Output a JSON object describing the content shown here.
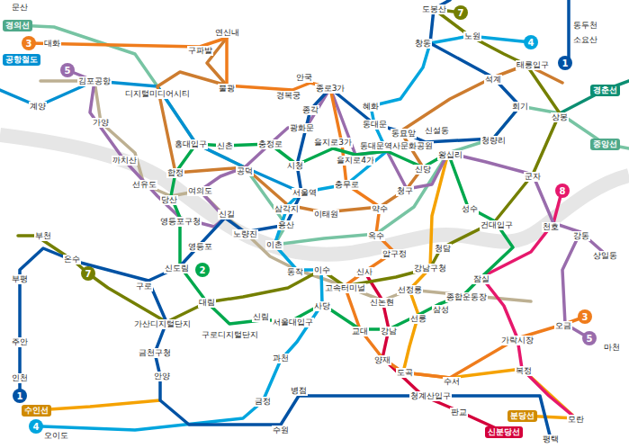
{
  "diagram": {
    "nodes": [
      {
        "text": [
          "1"
        ]
      },
      {
        "text": [
          "1"
        ]
      },
      {
        "text": [
          "2"
        ]
      },
      {
        "text": [
          "3"
        ]
      },
      {
        "text": [
          "3"
        ]
      },
      {
        "text": [
          "4"
        ]
      },
      {
        "text": [
          "4"
        ]
      },
      {
        "text": [
          "5"
        ]
      },
      {
        "text": [
          "5"
        ]
      },
      {
        "text": [
          "7"
        ]
      },
      {
        "text": [
          "7"
        ]
      },
      {
        "text": [
          "8"
        ]
      },
      {
        "text": [
          "경의선"
        ]
      },
      {
        "text": [
          "공항철도"
        ]
      },
      {
        "text": [
          "수인선"
        ]
      },
      {
        "text": [
          "분당선"
        ]
      },
      {
        "text": [
          "신분당선"
        ]
      },
      {
        "text": [
          "중앙선"
        ]
      },
      {
        "text": [
          "경춘선"
        ]
      }
    ],
    "labels": [
      "문산",
      "대화",
      "계양",
      "김포공항",
      "가양",
      "까치산",
      "선유도",
      "디지털미디어시티",
      "구파발",
      "연신내",
      "불광",
      "경복궁",
      "안국",
      "종로3가",
      "도봉산",
      "창동",
      "노원",
      "태릉입구",
      "석계",
      "회기",
      "상봉",
      "청량리",
      "혜화",
      "동대문",
      "동묘앞",
      "신설동",
      "종각",
      "광화문",
      "충정로",
      "신촌",
      "홍대입구",
      "합정",
      "공덕",
      "여의도",
      "당산",
      "영등포구청",
      "신길",
      "영등포",
      "노량진",
      "시청",
      "서울역",
      "삼각지",
      "용산",
      "이촌",
      "이태원",
      "을지로3가",
      "을지로4가",
      "동대문역사문화공원",
      "신당",
      "왕십리",
      "청구",
      "충무로",
      "약수",
      "옥수",
      "성수",
      "건대입구",
      "군자",
      "천호",
      "강동",
      "상일동",
      "압구정",
      "청담",
      "강남구청",
      "신사",
      "고속터미널",
      "동작",
      "이수",
      "사당",
      "잠실",
      "종합운동장",
      "선정릉",
      "신논현",
      "삼성",
      "선릉",
      "강남",
      "교대",
      "서울대입구",
      "신림",
      "구로디지털단지",
      "대림",
      "신도림",
      "구로",
      "온수",
      "부천",
      "부평",
      "주안",
      "인천",
      "가산디지털단지",
      "금천구청",
      "안양",
      "과천",
      "금정",
      "오이도",
      "수원",
      "병점",
      "양재",
      "도곡",
      "청계산입구",
      "판교",
      "수서",
      "가락시장",
      "복정",
      "오금",
      "마천",
      "모란",
      "평택",
      "동두천",
      "소요산"
    ]
  }
}
